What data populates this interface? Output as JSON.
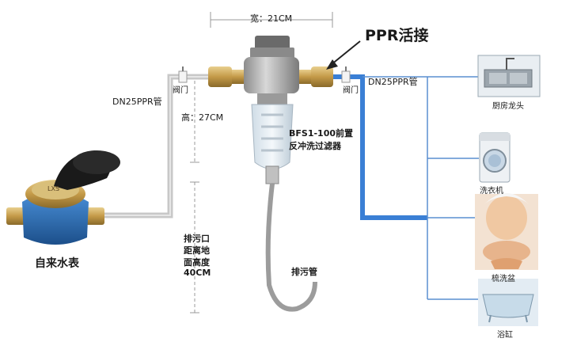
{
  "labels": {
    "width": "宽：21CM",
    "height": "高：27CM",
    "ppr_union": "PPR活接",
    "pipe_left": "DN25PPR管",
    "pipe_right": "DN25PPR管",
    "valve_left": "阀门",
    "valve_right": "阀门",
    "filter_line1": "BFS1-100前置",
    "filter_line2": "反冲洗过滤器",
    "drain_line1": "排污口",
    "drain_line2": "距离地",
    "drain_line3": "面高度",
    "drain_line4": "40CM",
    "drain_pipe": "排污管",
    "water_meter": "自来水表",
    "kitchen": "厨房龙头",
    "washer": "洗衣机",
    "basin": "梳洗盆",
    "bathtub": "浴缸",
    "meter_brand": "LXS"
  },
  "colors": {
    "supply_pipe": "#c8c8c8",
    "outlet_pipe": "#3a7fd5",
    "branch_line": "#5a8fd0",
    "dimension_line": "#999999",
    "brass": "#c7a25a",
    "meter_body": "#2a6fb5"
  }
}
